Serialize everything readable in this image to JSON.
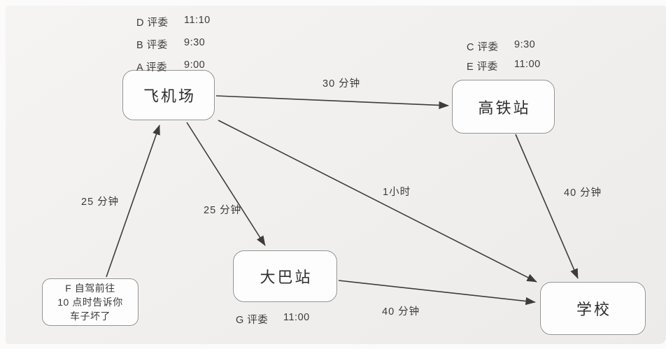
{
  "nodes": {
    "airport": {
      "label": "飞机场"
    },
    "rail_station": {
      "label": "高铁站"
    },
    "bus_station": {
      "label": "大巴站"
    },
    "school": {
      "label": "学校"
    },
    "driver_note": {
      "line1": "F 自驾前往",
      "line2": "10 点时告诉你",
      "line3": "车子坏了"
    }
  },
  "judges": {
    "airport": [
      {
        "name": "D 评委",
        "time": "11:10"
      },
      {
        "name": "B 评委",
        "time": "9:30"
      },
      {
        "name": "A 评委",
        "time": "9:00"
      }
    ],
    "rail_station": [
      {
        "name": "C 评委",
        "time": "9:30"
      },
      {
        "name": "E 评委",
        "time": "11:00"
      }
    ],
    "bus_station": [
      {
        "name": "G 评委",
        "time": "11:00"
      }
    ]
  },
  "edges": [
    {
      "from": "飞机场",
      "to": "高铁站",
      "label": "30 分钟"
    },
    {
      "from": "飞机场",
      "to": "大巴站",
      "label": "25 分钟"
    },
    {
      "from": "飞机场",
      "to": "学校",
      "label": "1小时"
    },
    {
      "from": "F 自驾前往",
      "to": "飞机场",
      "label": "25 分钟"
    },
    {
      "from": "高铁站",
      "to": "学校",
      "label": "40 分钟"
    },
    {
      "from": "大巴站",
      "to": "学校",
      "label": "40 分钟"
    }
  ],
  "colors": {
    "background": "#f1efed",
    "node_fill": "#fdfdfd",
    "node_border": "#909090",
    "line": "#3c3c3c",
    "text": "#333333"
  }
}
